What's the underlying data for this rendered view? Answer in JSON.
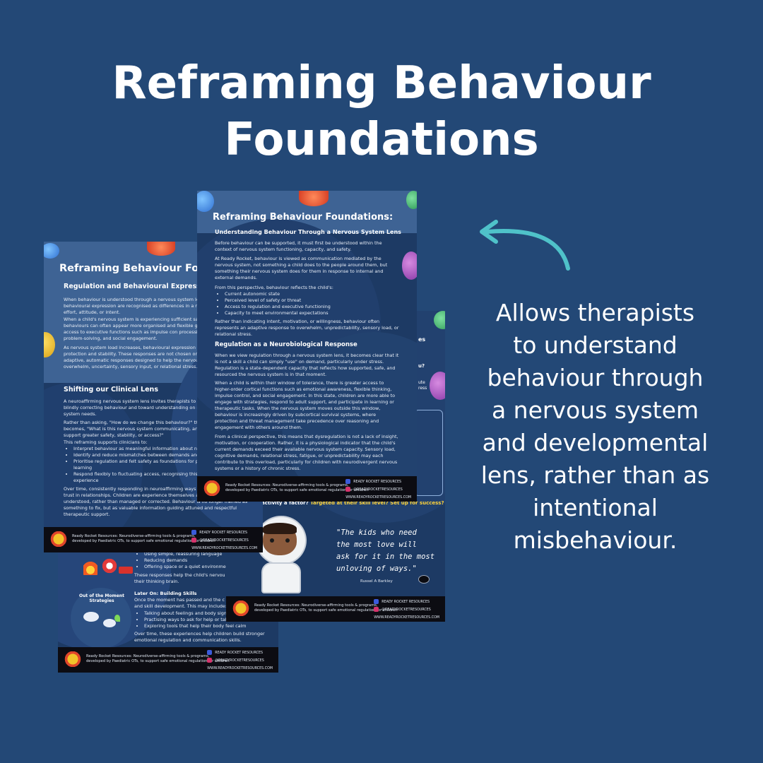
{
  "heading": {
    "line1": "Reframing Behaviour",
    "line2": "Foundations"
  },
  "blurb": {
    "lines": [
      "Allows therapists",
      "to understand",
      "behaviour through",
      "a nervous system",
      "and developmental",
      "lens, rather than as",
      "intentional",
      "misbehaviour."
    ]
  },
  "icons": {
    "arrow": "curved-arrow-icon"
  },
  "colors": {
    "background": "#234876",
    "arrow": "#4fc2c9"
  },
  "sheet_front": {
    "title": "Reframing Behaviour Foundations:",
    "subtitle1": "Understanding Behaviour Through a Nervous System Lens",
    "p1": "Before behaviour can be supported, it must first be understood within the context of nervous system functioning, capacity, and safety.",
    "p2": "At Ready Rocket, behaviour is viewed as communication mediated by the nervous system, not something a child does to the people around them, but something their nervous system does for them in response to internal and external demands.",
    "p3": "From this perspective, behaviour reflects the child's:",
    "bullets": [
      "Current autonomic state",
      "Perceived level of safety or threat",
      "Access to regulation and executive functioning",
      "Capacity to meet environmental expectations"
    ],
    "p4": "Rather than indicating intent, motivation, or willingness, behaviour often represents an adaptive response to overwhelm, unpredictability, sensory load, or relational stress.",
    "subtitle2": "Regulation as a Neurobiological Response",
    "p5": "When we view regulation through a nervous system lens, it becomes clear that it is not a skill a child can simply \"use\" on demand, particularly under stress. Regulation is a state-dependent capacity that reflects how supported, safe, and resourced the nervous system is in that moment.",
    "p6": "When a child is within their window of tolerance, there is greater access to higher-order cortical functions such as emotional awareness, flexible thinking, impulse control, and social engagement. In this state, children are more able to engage with strategies, respond to adult support, and participate in learning or therapeutic tasks. When the nervous system moves outside this window, behaviour is increasingly driven by subcortical survival systems, where protection and threat management take precedence over reasoning and engagement with others around them.",
    "p7": "From a clinical perspective, this means that dysregulation is not a lack of insight, motivation, or cooperation. Rather, it is a physiological indicator that the child's current demands exceed their available nervous system capacity. Sensory load, cognitive demands, relational stress, fatigue, or unpredictability may each contribute to this overload, particularly for children with neurodivergent nervous systems or a history of chronic stress."
  },
  "sheet_left": {
    "title": "Reframing Behaviour Fou",
    "subtitle1": "Regulation and Behavioural Expression",
    "p1": "When behaviour is understood through a nervous system le behavioural expression are recognised as differences in a not effort, attitude, or intent.",
    "p2": "When a child's nervous system is experiencing sufficient sa behaviours can often appear more organised and flexible greater access to executive functions such as impulse con processing, problem-solving, and social engagement.",
    "p3": "As nervous system load increases, behavioural expression protection and stability. These responses are not chosen or adaptive, automatic responses designed to help the nervou overwhelm, uncertainty, sensory input, or relational stress.",
    "subtitle2": "Shifting our Clinical Lens",
    "p4": "A neuroaffirming nervous system lens invites therapists to m blindly correcting behaviour and toward understanding on nervous system needs.",
    "p5": "Rather than asking, \"How do we change this behaviour?\" th becomes, \"What is this nervous system communicating, and support greater safety, stability, or access?\"",
    "p6": "This reframing supports clinicians to:",
    "bullets": [
      "Interpret behaviour as meaningful information about ne",
      "Identify and reduce mismatches between demands and",
      "Prioritise regulation and felt safety as foundations for pa learning",
      "Respond flexibly to fluctuating access, recognising this system experience"
    ],
    "p7": "Over time, consistently responding in neuroaffirming ways self-understanding, and trust in relationships. Children are experience themselves as capable and understood, rather than managed or corrected. Behaviour is no longer framed as something to fix, but as valuable information guiding attuned and respectful therapeutic support."
  },
  "sheet_back": {
    "bullets_top": [
      "Using simple, reassuring language",
      "Reducing demands",
      "Offering space or a quiet environme"
    ],
    "p1": "These responses help the child's nervou and reconnect with their thinking brain.",
    "circle_label": "Out of the Moment Strategies",
    "subtitle": "Later On: Building Skills",
    "p2": "Once the moment has passed and the c support learning and skill development. This may include:",
    "bullets": [
      "Talking about feelings and body sign",
      "Practising ways to ask for help or take a break",
      "Exploring tools that help their body feel calm"
    ],
    "p3": "Over time, these experiences help children build stronger emotional regulation and communication skills."
  },
  "sheet_right": {
    "frag1": "es",
    "frag2": "u?",
    "frag3": "ute",
    "frag4": "ress",
    "bottom_line_a": "activity a factor?",
    "bottom_line_b": "Targeted at their skill level?",
    "bottom_line_c": "Set up for success?",
    "quote_lines": [
      "\"The kids who need",
      "the most love will",
      "ask for it in the most",
      "unloving of ways.\""
    ],
    "quote_author": "Russel A Barkley"
  },
  "footer": {
    "line1": "Ready Rocket Resources: Neurodiverse-affirming tools & programs,",
    "line2": "developed by Paediatric OTs, to support safe emotional regulation for children",
    "facebook": "READY ROCKET RESOURCES",
    "instagram": "@READYROCKETRESOURCES",
    "website": "WWW.READYROCKETRESOURCES.COM"
  }
}
